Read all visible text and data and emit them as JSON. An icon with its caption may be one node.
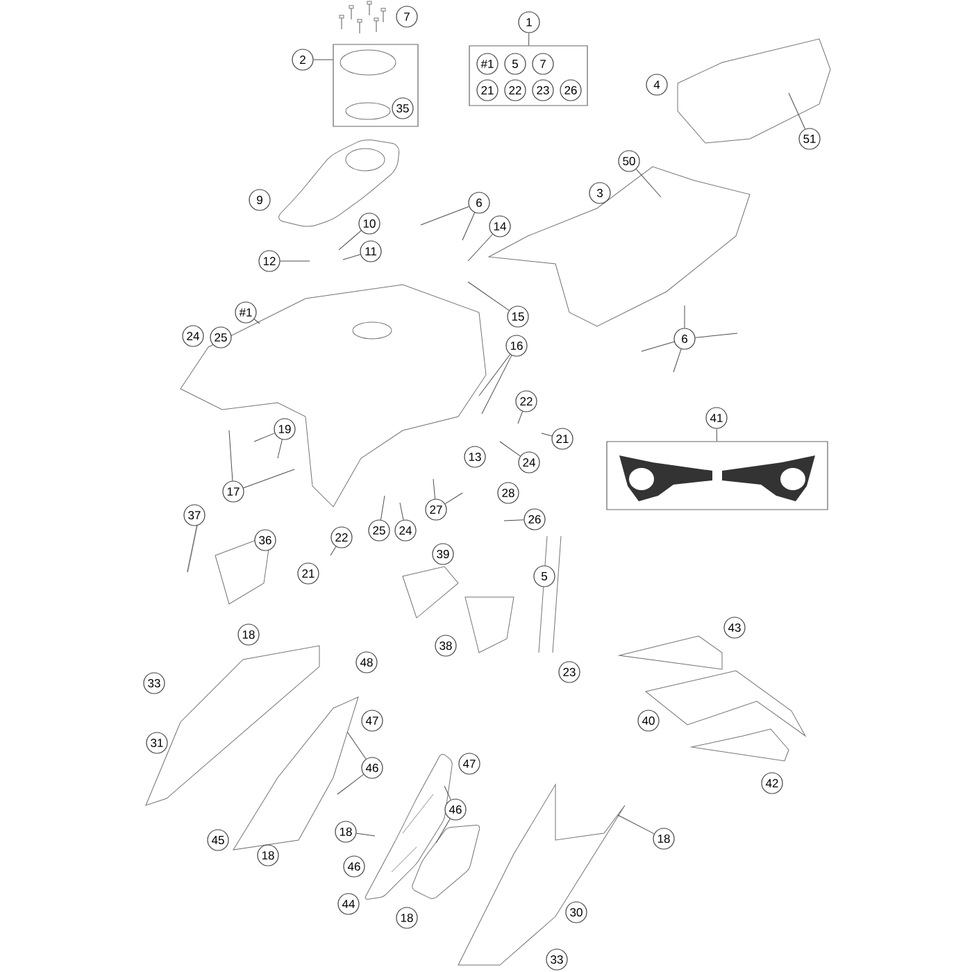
{
  "diagram": {
    "nodes": [
      {
        "text": [
          "7"
        ]
      },
      {
        "text": [
          "1"
        ]
      },
      {
        "text": [],
        "shape": "box"
      },
      {
        "text": [
          "2"
        ]
      },
      {
        "text": [],
        "shape": "box"
      },
      {
        "text": [
          "#1"
        ],
        "in": 4
      },
      {
        "text": [
          "5"
        ],
        "in": 4
      },
      {
        "text": [
          "7"
        ],
        "in": 4
      },
      {
        "text": [
          "21"
        ],
        "in": 4
      },
      {
        "text": [
          "22"
        ],
        "in": 4
      },
      {
        "text": [
          "23"
        ],
        "in": 4
      },
      {
        "text": [
          "26"
        ],
        "in": 4
      },
      {
        "text": [
          "4"
        ]
      },
      {
        "text": [
          "35"
        ],
        "in": 2
      },
      {
        "text": [
          "51"
        ]
      },
      {
        "text": [
          "50"
        ]
      },
      {
        "text": [
          "3"
        ]
      },
      {
        "text": [
          "9"
        ]
      },
      {
        "text": [
          "6"
        ]
      },
      {
        "text": [
          "10"
        ]
      },
      {
        "text": [
          "14"
        ]
      },
      {
        "text": [
          "11"
        ]
      },
      {
        "text": [
          "12"
        ]
      },
      {
        "text": [
          "#1"
        ]
      },
      {
        "text": [
          "15"
        ]
      },
      {
        "text": [
          "24"
        ]
      },
      {
        "text": [
          "25"
        ]
      },
      {
        "text": [
          "6"
        ]
      },
      {
        "text": [
          "16"
        ]
      },
      {
        "text": [
          "22"
        ]
      },
      {
        "text": [
          "41"
        ]
      },
      {
        "text": [
          "19"
        ]
      },
      {
        "text": [
          "21"
        ]
      },
      {
        "text": [],
        "shape": "box"
      },
      {
        "text": [
          "13"
        ]
      },
      {
        "text": [
          "24"
        ]
      },
      {
        "text": [
          "17"
        ]
      },
      {
        "text": [
          "28"
        ]
      },
      {
        "text": [
          "27"
        ]
      },
      {
        "text": [
          "37"
        ]
      },
      {
        "text": [
          "26"
        ]
      },
      {
        "text": [
          "25"
        ]
      },
      {
        "text": [
          "24"
        ]
      },
      {
        "text": [
          "22"
        ]
      },
      {
        "text": [
          "36"
        ]
      },
      {
        "text": [
          "39"
        ]
      },
      {
        "text": [
          "21"
        ]
      },
      {
        "text": [
          "5"
        ]
      },
      {
        "text": [
          "43"
        ]
      },
      {
        "text": [
          "18"
        ]
      },
      {
        "text": [
          "38"
        ]
      },
      {
        "text": [
          "48"
        ]
      },
      {
        "text": [
          "23"
        ]
      },
      {
        "text": [
          "33"
        ]
      },
      {
        "text": [
          "40"
        ]
      },
      {
        "text": [
          "47"
        ]
      },
      {
        "text": [
          "31"
        ]
      },
      {
        "text": [
          "47"
        ]
      },
      {
        "text": [
          "46"
        ]
      },
      {
        "text": [
          "42"
        ]
      },
      {
        "text": [
          "46"
        ]
      },
      {
        "text": [
          "18"
        ]
      },
      {
        "text": [
          "18"
        ]
      },
      {
        "text": [
          "45"
        ]
      },
      {
        "text": [
          "18"
        ]
      },
      {
        "text": [
          "46"
        ]
      },
      {
        "text": [
          "44"
        ]
      },
      {
        "text": [
          "30"
        ]
      },
      {
        "text": [
          "18"
        ]
      },
      {
        "text": [
          "33"
        ]
      }
    ],
    "edges": [
      {
        "from": 3,
        "to": 2,
        "arrow": "none"
      },
      {
        "from": 1,
        "to": 4,
        "arrow": "none"
      },
      {
        "from": 30,
        "to": 33,
        "arrow": "none"
      },
      {
        "from": 14,
        "to": null,
        "arrow": "none"
      },
      {
        "from": 15,
        "to": null,
        "arrow": "none"
      },
      {
        "from": 18,
        "to": null,
        "arrow": "none"
      },
      {
        "from": 18,
        "to": null,
        "arrow": "none"
      },
      {
        "from": 20,
        "to": null,
        "arrow": "none"
      },
      {
        "from": 19,
        "to": null,
        "arrow": "none"
      },
      {
        "from": 21,
        "to": null,
        "arrow": "none"
      },
      {
        "from": 22,
        "to": null,
        "arrow": "none"
      },
      {
        "from": 24,
        "to": null,
        "arrow": "none"
      },
      {
        "from": 23,
        "to": null,
        "arrow": "none"
      },
      {
        "from": 28,
        "to": null,
        "arrow": "none"
      },
      {
        "from": 28,
        "to": null,
        "arrow": "none"
      },
      {
        "from": 29,
        "to": null,
        "arrow": "none"
      },
      {
        "from": 32,
        "to": null,
        "arrow": "none"
      },
      {
        "from": 35,
        "to": null,
        "arrow": "none"
      },
      {
        "from": 31,
        "to": null,
        "arrow": "none"
      },
      {
        "from": 31,
        "to": null,
        "arrow": "none"
      },
      {
        "from": 36,
        "to": null,
        "arrow": "none"
      },
      {
        "from": 36,
        "to": null,
        "arrow": "none"
      },
      {
        "from": 38,
        "to": null,
        "arrow": "none"
      },
      {
        "from": 38,
        "to": null,
        "arrow": "none"
      },
      {
        "from": 40,
        "to": null,
        "arrow": "none"
      },
      {
        "from": 41,
        "to": null,
        "arrow": "none"
      },
      {
        "from": 42,
        "to": null,
        "arrow": "none"
      },
      {
        "from": 27,
        "to": null,
        "arrow": "none"
      },
      {
        "from": 27,
        "to": null,
        "arrow": "none"
      },
      {
        "from": 27,
        "to": null,
        "arrow": "none"
      },
      {
        "from": 27,
        "to": null,
        "arrow": "none"
      },
      {
        "from": 43,
        "to": null,
        "arrow": "none"
      },
      {
        "from": 62,
        "to": null,
        "arrow": "none"
      },
      {
        "from": 61,
        "to": null,
        "arrow": "none"
      },
      {
        "from": 58,
        "to": null,
        "arrow": "none"
      },
      {
        "from": 58,
        "to": null,
        "arrow": "none"
      },
      {
        "from": 60,
        "to": null,
        "arrow": "none"
      },
      {
        "from": 60,
        "to": null,
        "arrow": "none"
      }
    ]
  }
}
